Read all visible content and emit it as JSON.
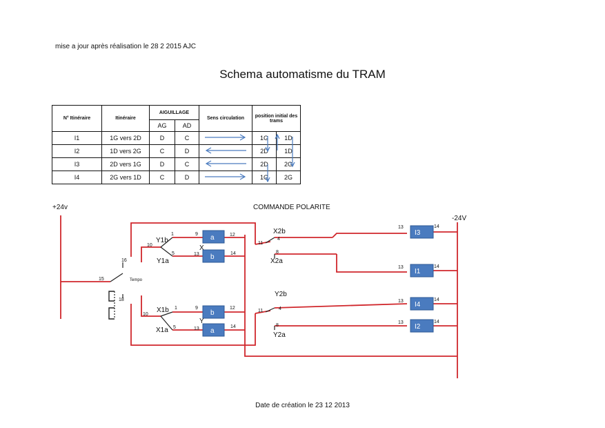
{
  "header": {
    "update_note": "mise a jour après réalisation le 28 2 2015 AJC",
    "title": "Schema automatisme du TRAM"
  },
  "table": {
    "col_itineraire_num": "N° Itinéraire",
    "col_itineraire": "Itinéraire",
    "col_aiguillage": "AIGUILLAGE",
    "col_ag": "AG",
    "col_ad": "AD",
    "col_sens": "Sens circulation",
    "col_position": "position initial des trams",
    "rows": [
      {
        "id": "I1",
        "itin": "1G vers 2D",
        "ag": "D",
        "ad": "C",
        "dir": "right",
        "p1": "1G",
        "p2": "1D"
      },
      {
        "id": "I2",
        "itin": "1D vers  2G",
        "ag": "C",
        "ad": "D",
        "dir": "left",
        "p1": "2D",
        "p2": "1D"
      },
      {
        "id": "I3",
        "itin": "2D vers 1G",
        "ag": "D",
        "ad": "C",
        "dir": "left",
        "p1": "2D",
        "p2": "2G"
      },
      {
        "id": "I4",
        "itin": "2G vers 1D",
        "ag": "C",
        "ad": "D",
        "dir": "right",
        "p1": "1G",
        "p2": "2G"
      }
    ]
  },
  "schematic": {
    "plus_label": "+24v",
    "minus_label": "-24V",
    "commande": "COMMANDE POLARITE",
    "tempo": "Tempo",
    "colors": {
      "wire": "#d0262b",
      "box_fill": "#4a7bbf",
      "box_stroke": "#2e5a94",
      "wire_light": "#c83a3a"
    },
    "terminals": {
      "t15": "15",
      "t16": "16",
      "t18": "18",
      "t10a": "10",
      "t10b": "10",
      "t1a": "1",
      "t1b": "1",
      "t5a": "5",
      "t5b": "5",
      "t9a": "9",
      "t9b": "9",
      "t13a": "13",
      "t13b": "13",
      "t12a": "12",
      "t12b": "12",
      "t14a": "14",
      "t14b": "14",
      "t11a": "11",
      "t11b": "11",
      "t4a": "4",
      "t4b": "4",
      "t8a": "8",
      "t8b": "8",
      "r13_i3": "13",
      "r14_i3": "14",
      "r13_i1": "13",
      "r14_i1": "14",
      "r13_i4": "13",
      "r14_i4": "14",
      "r13_i2": "13",
      "r14_i2": "14"
    },
    "contacts": {
      "y1b": "Y1b",
      "y1a": "Y1a",
      "x1b": "X1b",
      "x1a": "X1a",
      "x2b": "X2b",
      "x2a": "X2a",
      "y2b": "Y2b",
      "y2a": "Y2a"
    },
    "relay_groups": {
      "x": "X",
      "y": "Y"
    },
    "relays": {
      "xa": "a",
      "xb": "b",
      "yb": "b",
      "ya": "a",
      "i3": "I3",
      "i1": "I1",
      "i4": "I4",
      "i2": "I2"
    }
  },
  "footer": {
    "created": "Date de création le 23 12 2013"
  }
}
